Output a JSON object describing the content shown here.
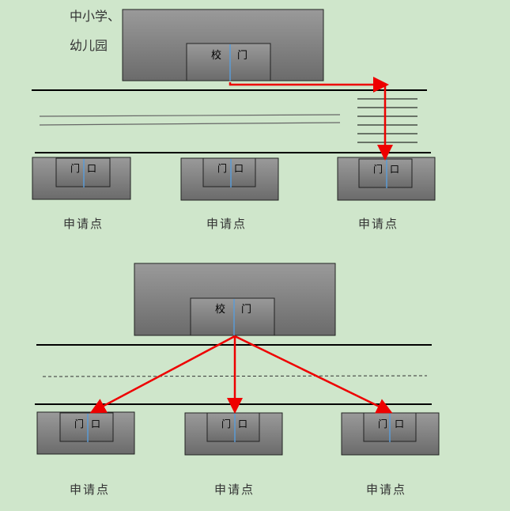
{
  "school_label_line1": "中小学、",
  "school_label_line2": "幼儿园",
  "gate_school": [
    "校",
    "门"
  ],
  "gate_shop": [
    "门",
    "口"
  ],
  "point_label": "申请点",
  "colors": {
    "background": "#cfe6cb",
    "building_top": "#9a9a9a",
    "building_bottom": "#6b6b6b",
    "arrow": "#ee0000",
    "divider": "#5b9bd5",
    "road": "#000000"
  }
}
